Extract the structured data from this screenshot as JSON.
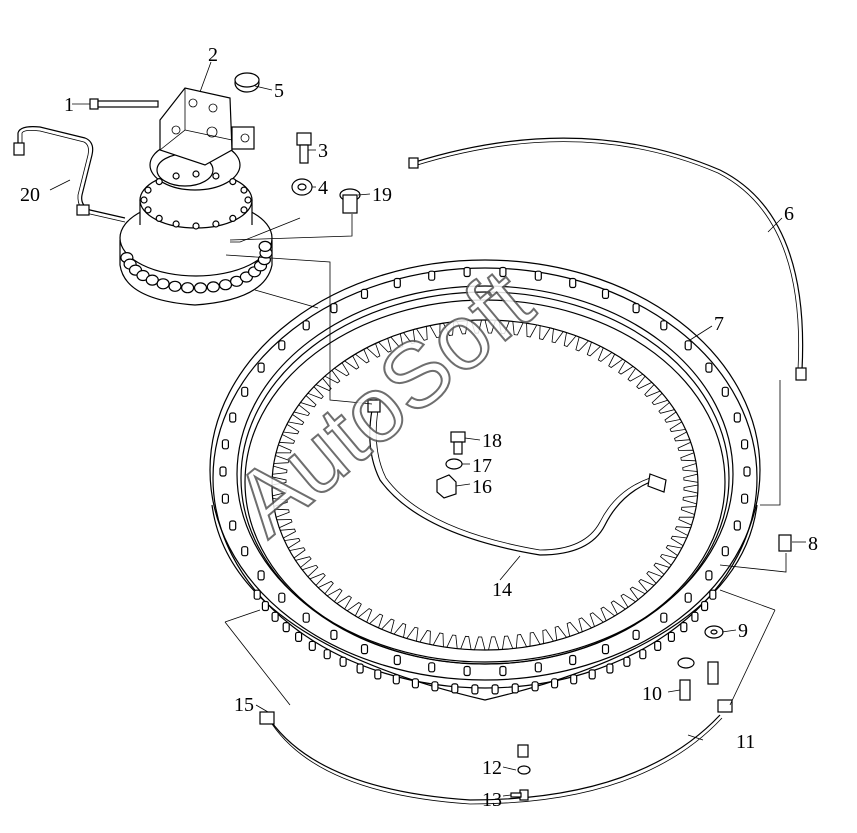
{
  "watermark": "AutoSoft",
  "callouts": [
    {
      "num": "1"
    },
    {
      "num": "2"
    },
    {
      "num": "3"
    },
    {
      "num": "4"
    },
    {
      "num": "5"
    },
    {
      "num": "6"
    },
    {
      "num": "7"
    },
    {
      "num": "8"
    },
    {
      "num": "9"
    },
    {
      "num": "10"
    },
    {
      "num": "11"
    },
    {
      "num": "12"
    },
    {
      "num": "13"
    },
    {
      "num": "14"
    },
    {
      "num": "15"
    },
    {
      "num": "16"
    },
    {
      "num": "17"
    },
    {
      "num": "18"
    },
    {
      "num": "19"
    },
    {
      "num": "20"
    }
  ]
}
